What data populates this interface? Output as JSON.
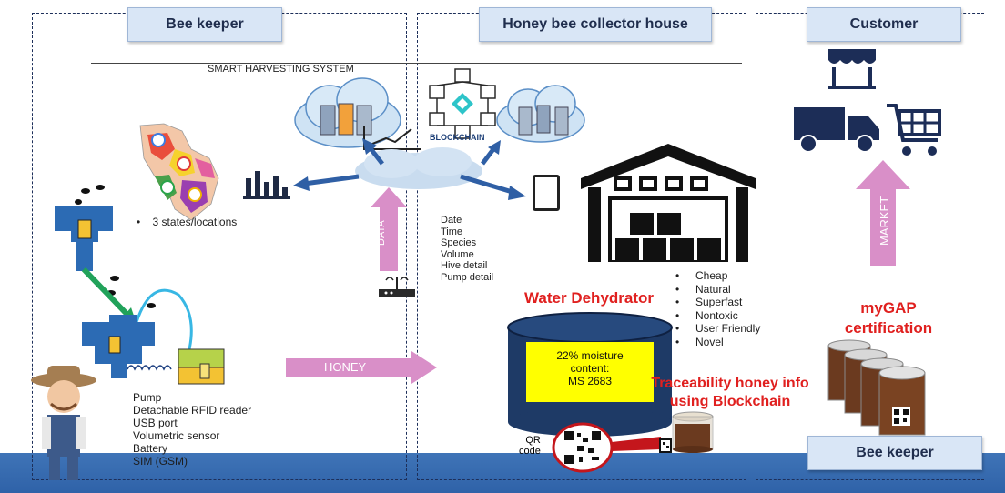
{
  "headers": {
    "bee_keeper": "Bee keeper",
    "collector": "Honey bee collector house",
    "customer": "Customer",
    "bee_keeper_bottom": "Bee keeper"
  },
  "system_title": "SMART HARVESTING SYSTEM",
  "locations_label": "3 states/locations",
  "blockchain_label": "BLOCKCHAIN",
  "data_arrow_label": "DATA",
  "honey_arrow_label": "HONEY",
  "market_arrow_label": "MARKET",
  "data_fields": [
    "Date",
    "Time",
    "Species",
    "Volume",
    "Hive detail",
    "Pump detail"
  ],
  "device_components": [
    "Pump",
    "Detachable RFID reader",
    "USB port",
    "Volumetric sensor",
    "Battery",
    "SIM (GSM)"
  ],
  "dehydrator": {
    "title": "Water Dehydrator",
    "benefits": [
      "Cheap",
      "Natural",
      "Superfast",
      "Nontoxic",
      "User Friendly",
      "Novel"
    ],
    "tank_line1": "22% moisture",
    "tank_line2": "content:",
    "tank_line3": "MS 2683"
  },
  "traceability_line1": "Traceability honey info",
  "traceability_line2": "using Blockchain",
  "qr_label_line1": "QR",
  "qr_label_line2": "code",
  "certification_line1": "myGAP",
  "certification_line2": "certification",
  "colors": {
    "header_bg": "#d9e6f6",
    "arrow_pink": "#d98fc8",
    "arrow_blue": "#2f5fa5",
    "highlight_red": "#e0201f",
    "tank_yellow": "#ffff00",
    "band_blue": "#3a6db3"
  },
  "icons": [
    "bar-chart-icon",
    "cloud-server-icon",
    "blockchain-icon",
    "tablet-icon",
    "warehouse-icon",
    "shop-icon",
    "truck-icon",
    "cart-icon",
    "router-icon",
    "beehive-icon",
    "farmer-icon",
    "qr-code-icon",
    "honey-jar-icon"
  ]
}
